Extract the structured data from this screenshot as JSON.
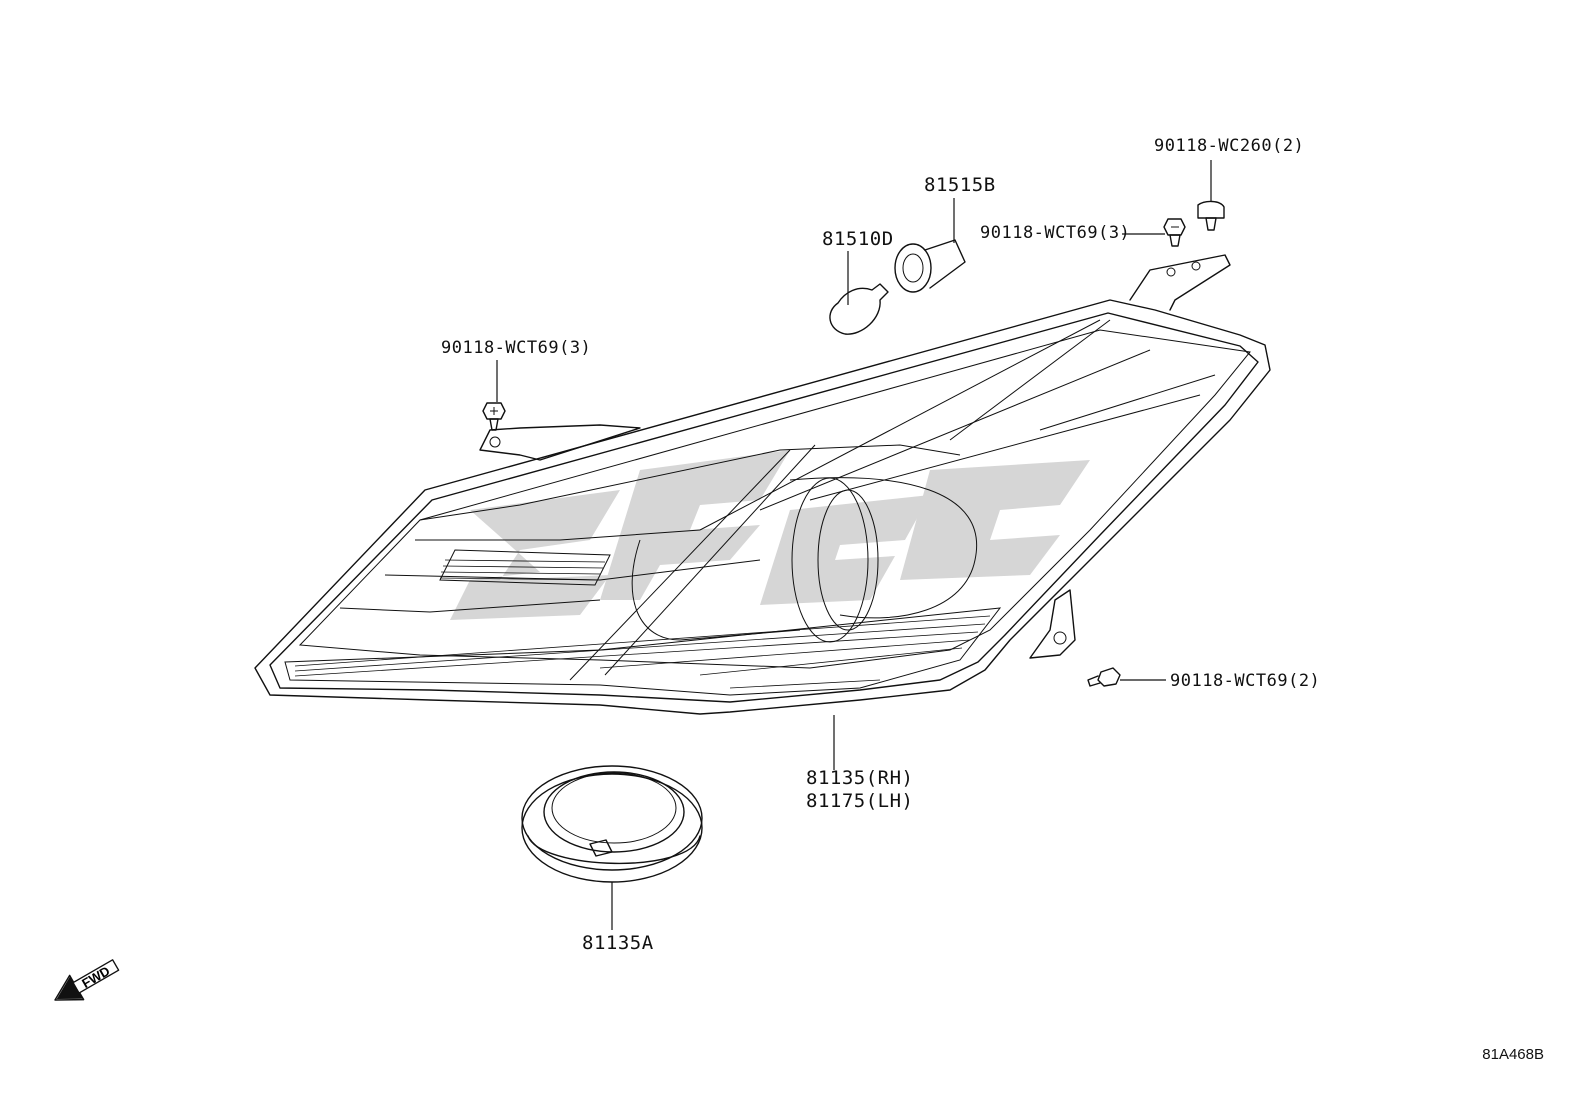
{
  "labels": {
    "bolt_top_right": "90118-WC260(2)",
    "socket": "81515B",
    "bulb": "81510D",
    "screw_top_mid": "90118-WCT69(3)",
    "screw_left": "90118-WCT69(3)",
    "screw_right": "90118-WCT69(2)",
    "headlamp_rh": "81135(RH)",
    "headlamp_lh": "81175(LH)",
    "ring_cover": "81135A"
  },
  "fwd_arrow": "FWD",
  "drawing_id": "81A468B",
  "colors": {
    "line": "#111111",
    "watermark": "#c8c8c8",
    "background": "#ffffff"
  }
}
